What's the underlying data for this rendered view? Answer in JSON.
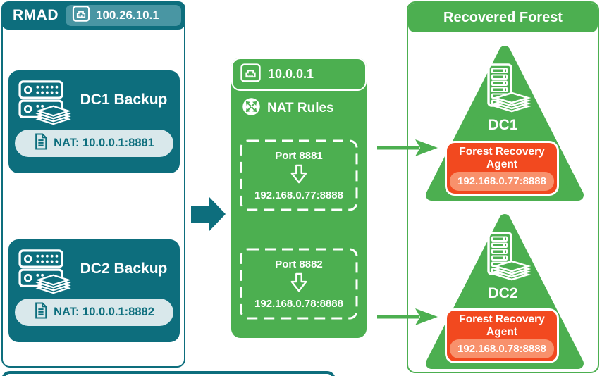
{
  "colors": {
    "teal": "#0d6e7d",
    "teal_badge": "#4996a3",
    "pill_background": "#d9e8eb",
    "green": "#4caf50",
    "orange": "#f2491f",
    "salmon": "#f8916c"
  },
  "rmad": {
    "title": "RMAD",
    "ip": "100.26.10.1",
    "servers": [
      {
        "label": "DC1 Backup",
        "nat": "NAT: 10.0.0.1:8881"
      },
      {
        "label": "DC2 Backup",
        "nat": "NAT: 10.0.0.1:8882"
      }
    ]
  },
  "router": {
    "ip": "10.0.0.1",
    "title": "NAT Rules",
    "rules": [
      {
        "port": "Port 8881",
        "target": "192.168.0.77:8888"
      },
      {
        "port": "Port 8882",
        "target": "192.168.0.78:8888"
      }
    ]
  },
  "forest": {
    "title": "Recovered Forest",
    "nodes": [
      {
        "label": "DC1",
        "agent": "Forest Recovery Agent",
        "address": "192.168.0.77:8888"
      },
      {
        "label": "DC2",
        "agent": "Forest Recovery Agent",
        "address": "192.168.0.78:8888"
      }
    ]
  },
  "icons": {
    "network_port": "ethernet-port",
    "backup_server": "server-with-backup-stack",
    "nat_entry": "document",
    "nat_rules": "arrows-out-circle",
    "domain_controller": "server-tower-with-books",
    "port_mapping": "hollow-down-arrow",
    "flow": "right-arrow"
  }
}
